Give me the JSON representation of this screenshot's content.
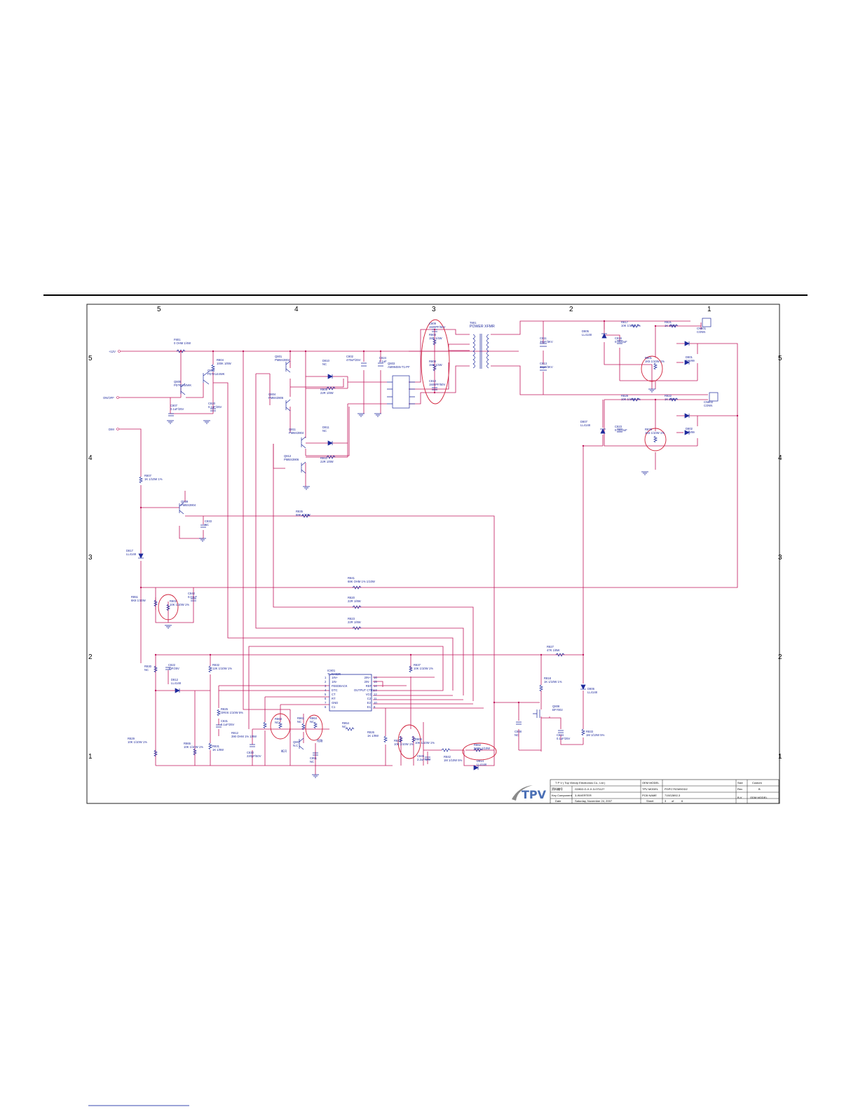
{
  "colors": {
    "wire": "#c0185c",
    "component": "#1f2a9c",
    "frame": "#222222",
    "highlight": "#d0203a"
  },
  "border": {
    "cols_top": [
      "5",
      "4",
      "3",
      "2",
      "1"
    ],
    "rows_left": [
      "5",
      "4",
      "3",
      "2",
      "1"
    ],
    "rows_right": [
      "5",
      "4",
      "3",
      "2",
      "1"
    ]
  },
  "nets": {
    "v12": "+12V",
    "onoff": "ON/OFF",
    "dim": "DIM"
  },
  "components": [
    {
      "ref": "F801",
      "value": "0 OHM 1/4W"
    },
    {
      "ref": "R804",
      "value": "100K 1/8W"
    },
    {
      "ref": "Q805",
      "value": "PDTC144WK"
    },
    {
      "ref": "Q806",
      "value": "PDTA144WK"
    },
    {
      "ref": "C807",
      "value": "0.1uF/25V"
    },
    {
      "ref": "C820",
      "value": "0.1uF/25V"
    },
    {
      "ref": "Q801",
      "value": "PMBS3904"
    },
    {
      "ref": "Q804",
      "value": "PMBS3906"
    },
    {
      "ref": "Q811",
      "value": "PMBS3904"
    },
    {
      "ref": "Q812",
      "value": "PMBS3906"
    },
    {
      "ref": "D810",
      "value": "NC"
    },
    {
      "ref": "R809",
      "value": "22R 1/8W"
    },
    {
      "ref": "D811",
      "value": "NC"
    },
    {
      "ref": "R810",
      "value": "22R 1/8W"
    },
    {
      "ref": "C802",
      "value": "470uF/25V"
    },
    {
      "ref": "C824",
      "value": "0.1uF"
    },
    {
      "ref": "Q803",
      "value": "AM9945N-T1-PF"
    },
    {
      "ref": "C809",
      "value": "1500PF/50V"
    },
    {
      "ref": "R803",
      "value": "15R 1/4W"
    },
    {
      "ref": "R808",
      "value": "15R 1/4W"
    },
    {
      "ref": "C810",
      "value": "1500PF/50V"
    },
    {
      "ref": "T801",
      "value": "POWER XFMR"
    },
    {
      "ref": "C811",
      "value": "39pF/3KV"
    },
    {
      "ref": "C813",
      "value": "39pF/3KV"
    },
    {
      "ref": "D805",
      "value": "LL4148"
    },
    {
      "ref": "C816",
      "value": "0.0022uF"
    },
    {
      "ref": "R817",
      "value": "10K 1/10W 1%"
    },
    {
      "ref": "R821",
      "value": "1K 1/8W"
    },
    {
      "ref": "CN801",
      "value": "CONN"
    },
    {
      "ref": "R801",
      "value": "1K5 1/10W 1%"
    },
    {
      "ref": "D801",
      "value": "BAV99"
    },
    {
      "ref": "D807",
      "value": "LL4148"
    },
    {
      "ref": "C823",
      "value": "0.0022uF"
    },
    {
      "ref": "R828",
      "value": "10K 1/10W 1%"
    },
    {
      "ref": "R822",
      "value": "1K 1/8W"
    },
    {
      "ref": "CN802",
      "value": "CONN"
    },
    {
      "ref": "R876",
      "value": "1K5 1/10W 1%"
    },
    {
      "ref": "D802",
      "value": "BAV99"
    },
    {
      "ref": "R807",
      "value": "1K 1/10W 1%"
    },
    {
      "ref": "Q809",
      "value": "PMBS3904"
    },
    {
      "ref": "R835",
      "value": "68K 1/10W"
    },
    {
      "ref": "C833",
      "value": "NC"
    },
    {
      "ref": "D817",
      "value": "LL4148"
    },
    {
      "ref": "R841",
      "value": "68K OHM 1% 1/10W"
    },
    {
      "ref": "R851",
      "value": "6K8 1/10W"
    },
    {
      "ref": "R802",
      "value": "10K 1/10W 1%"
    },
    {
      "ref": "C842",
      "value": "0.01uF"
    },
    {
      "ref": "R820",
      "value": "22R 1/8W"
    },
    {
      "ref": "R823",
      "value": "22R 1/8W"
    },
    {
      "ref": "R827",
      "value": "47K 1/8W"
    },
    {
      "ref": "R830",
      "value": "NC"
    },
    {
      "ref": "C822",
      "value": "1uF/25V"
    },
    {
      "ref": "R832",
      "value": "12K 1/10W 1%"
    },
    {
      "ref": "IC801",
      "value": "TL494IDR"
    },
    {
      "ref": "R837",
      "value": "10K 1/10W 1%"
    },
    {
      "ref": "D812",
      "value": "LL4148"
    },
    {
      "ref": "R825",
      "value": "OR0S 1/10W 5%"
    },
    {
      "ref": "C831",
      "value": "0.1uF/25V"
    },
    {
      "ref": "R812",
      "value": "390 OHM 1% 1/8W"
    },
    {
      "ref": "R863",
      "value": "NC"
    },
    {
      "ref": "R861",
      "value": "NC"
    },
    {
      "ref": "R864",
      "value": "NC"
    },
    {
      "ref": "Q807",
      "value": "N.C"
    },
    {
      "ref": "R854",
      "value": "NC"
    },
    {
      "ref": "C851",
      "value": "NC"
    },
    {
      "ref": "R826",
      "value": "1K 1/8W"
    },
    {
      "ref": "R834",
      "value": "10K 1/10W 1%"
    },
    {
      "ref": "R800",
      "value": "10K 1/10W 1%"
    },
    {
      "ref": "C845",
      "value": "2.2uF/16V"
    },
    {
      "ref": "R842",
      "value": "1M 1/10W 5%"
    },
    {
      "ref": "R862",
      "value": "560K 1/10W"
    },
    {
      "ref": "D814",
      "value": "LL4148"
    },
    {
      "ref": "R818",
      "value": "1K 1/10W 1%"
    },
    {
      "ref": "Q808",
      "value": "BF7002"
    },
    {
      "ref": "C848",
      "value": "NC"
    },
    {
      "ref": "C834",
      "value": "0.1uF/25V"
    },
    {
      "ref": "R833",
      "value": "1M 1/10W 5%"
    },
    {
      "ref": "D806",
      "value": "LL4148"
    },
    {
      "ref": "R829",
      "value": "10K 1/10W 1%"
    },
    {
      "ref": "R865",
      "value": "10K 1/10W 1%"
    },
    {
      "ref": "R831",
      "value": "1K 1/8W"
    },
    {
      "ref": "C830",
      "value": "220pF/50V"
    }
  ],
  "ic_pins": {
    "left": [
      "1IN+",
      "1IN-",
      "FEEDBACK",
      "DTC",
      "CT",
      "RT",
      "GND",
      "C1"
    ],
    "right": [
      "2IN+",
      "2IN-",
      "REF",
      "OUTPUT CTRL",
      "VCC",
      "C2",
      "E2",
      "E1"
    ],
    "nums_left": [
      "1",
      "2",
      "3",
      "4",
      "5",
      "6",
      "7",
      "8"
    ],
    "nums_right": [
      "16",
      "15",
      "14",
      "13",
      "12",
      "11",
      "10",
      "9"
    ]
  },
  "notes": [
    "断开",
    "短路"
  ],
  "title_block": {
    "company": "T P V ( Top Victory Electronics Co., Ltd )",
    "oem_model_label": "OEM MODEL",
    "size_label": "Size",
    "size_value": "Custom",
    "row2_label": "资料编号",
    "row2_value": "G2802-G-X-X-3-071127",
    "tpv_model_label": "TPV MODEL",
    "tpv_model_value": "PGPC7S2W9GD2",
    "rev_label": "Rev",
    "rev_value": "B",
    "key_comp_label": "Key Component",
    "key_comp_value": "3-INVERTER",
    "pcb_name_label": "PCB NAME",
    "pcb_name_value": "715G2892-3",
    "bv_label": "B.V",
    "oem_model_value": "ODM MODEL",
    "date_label": "Date",
    "date_value": "Saturday, November 24, 2007",
    "sheet_label": "Sheet",
    "sheet_value": "3",
    "of_label": "of",
    "of_value": "6",
    "logo": "TPV"
  }
}
